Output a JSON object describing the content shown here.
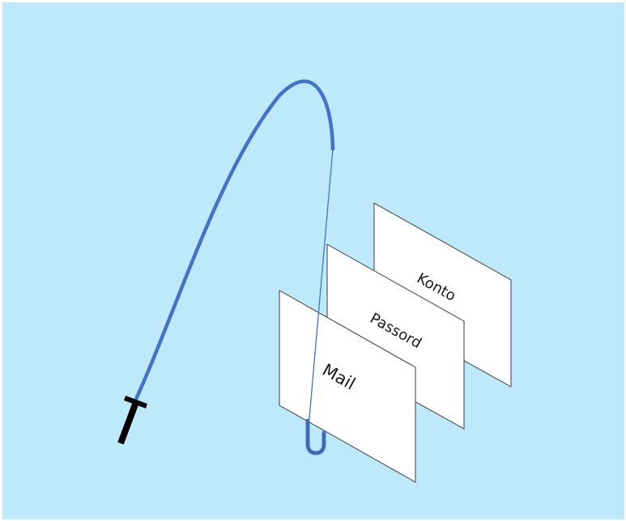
{
  "colors": {
    "background": "#bde9fb",
    "line": "#4472c4",
    "hook": "#4472c4",
    "rod_handle": "#000000",
    "card_fill": "#ffffff",
    "card_border": "#3c3c3c"
  },
  "rod": {
    "handle_icon": "rod-handle-icon",
    "line_icon": "fishing-line-icon",
    "hook_icon": "hook-icon"
  },
  "cards": [
    {
      "label": "Konto"
    },
    {
      "label": "Passord"
    },
    {
      "label": "Mail"
    }
  ]
}
